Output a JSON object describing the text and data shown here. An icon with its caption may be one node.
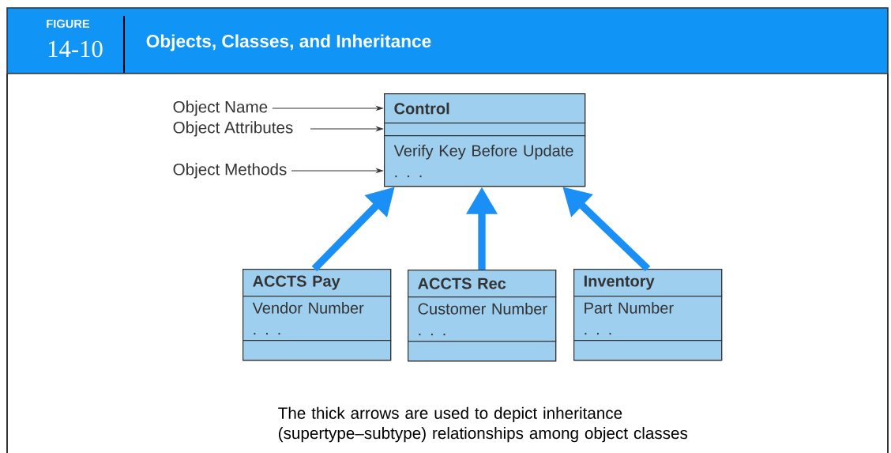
{
  "diagram": {
    "title": "Objects, Classes, and Inheritance",
    "nodes": [
      {
        "text": [],
        "shape": "box"
      },
      {
        "text": [
          "Control"
        ],
        "in": 0
      },
      {
        "text": [],
        "shape": "box",
        "in": 0
      },
      {
        "text": [
          "Verify Key Before Update",
          ". . ."
        ],
        "in": 0
      },
      {
        "text": [
          "Object Name"
        ]
      },
      {
        "text": [
          "Object Attributes"
        ]
      },
      {
        "text": [
          "Object Methods"
        ]
      },
      {
        "text": [],
        "shape": "box"
      },
      {
        "text": [
          "ACCTS Pay"
        ],
        "in": 7
      },
      {
        "text": [
          "Vendor Number",
          ". . ."
        ],
        "in": 7
      },
      {
        "text": [],
        "shape": "box",
        "in": 7
      },
      {
        "text": [],
        "shape": "box"
      },
      {
        "text": [
          "ACCTS Rec"
        ],
        "in": 11
      },
      {
        "text": [
          "Customer Number",
          ". . ."
        ],
        "in": 11
      },
      {
        "text": [],
        "shape": "box",
        "in": 11
      },
      {
        "text": [],
        "shape": "box"
      },
      {
        "text": [
          "Inventory"
        ],
        "in": 15
      },
      {
        "text": [
          "Part Number",
          ". . ."
        ],
        "in": 15
      },
      {
        "text": [],
        "shape": "box",
        "in": 15
      }
    ],
    "edges": [
      {
        "from": 4,
        "to": 1,
        "arrow": "to"
      },
      {
        "from": 5,
        "to": 2,
        "arrow": "to"
      },
      {
        "from": 6,
        "to": 3,
        "arrow": "to"
      },
      {
        "from": 7,
        "to": 0,
        "arrow": "to",
        "style": "thick",
        "color": "#1a8ff5"
      },
      {
        "from": 11,
        "to": 0,
        "arrow": "to",
        "style": "thick",
        "color": "#1a8ff5"
      },
      {
        "from": 15,
        "to": 0,
        "arrow": "to",
        "style": "thick",
        "color": "#1a8ff5"
      }
    ],
    "labels": [
      "FIGURE",
      "14-10"
    ],
    "caption": "The thick arrows are used to depict inheritance (supertype–subtype) relationships among object classes"
  }
}
